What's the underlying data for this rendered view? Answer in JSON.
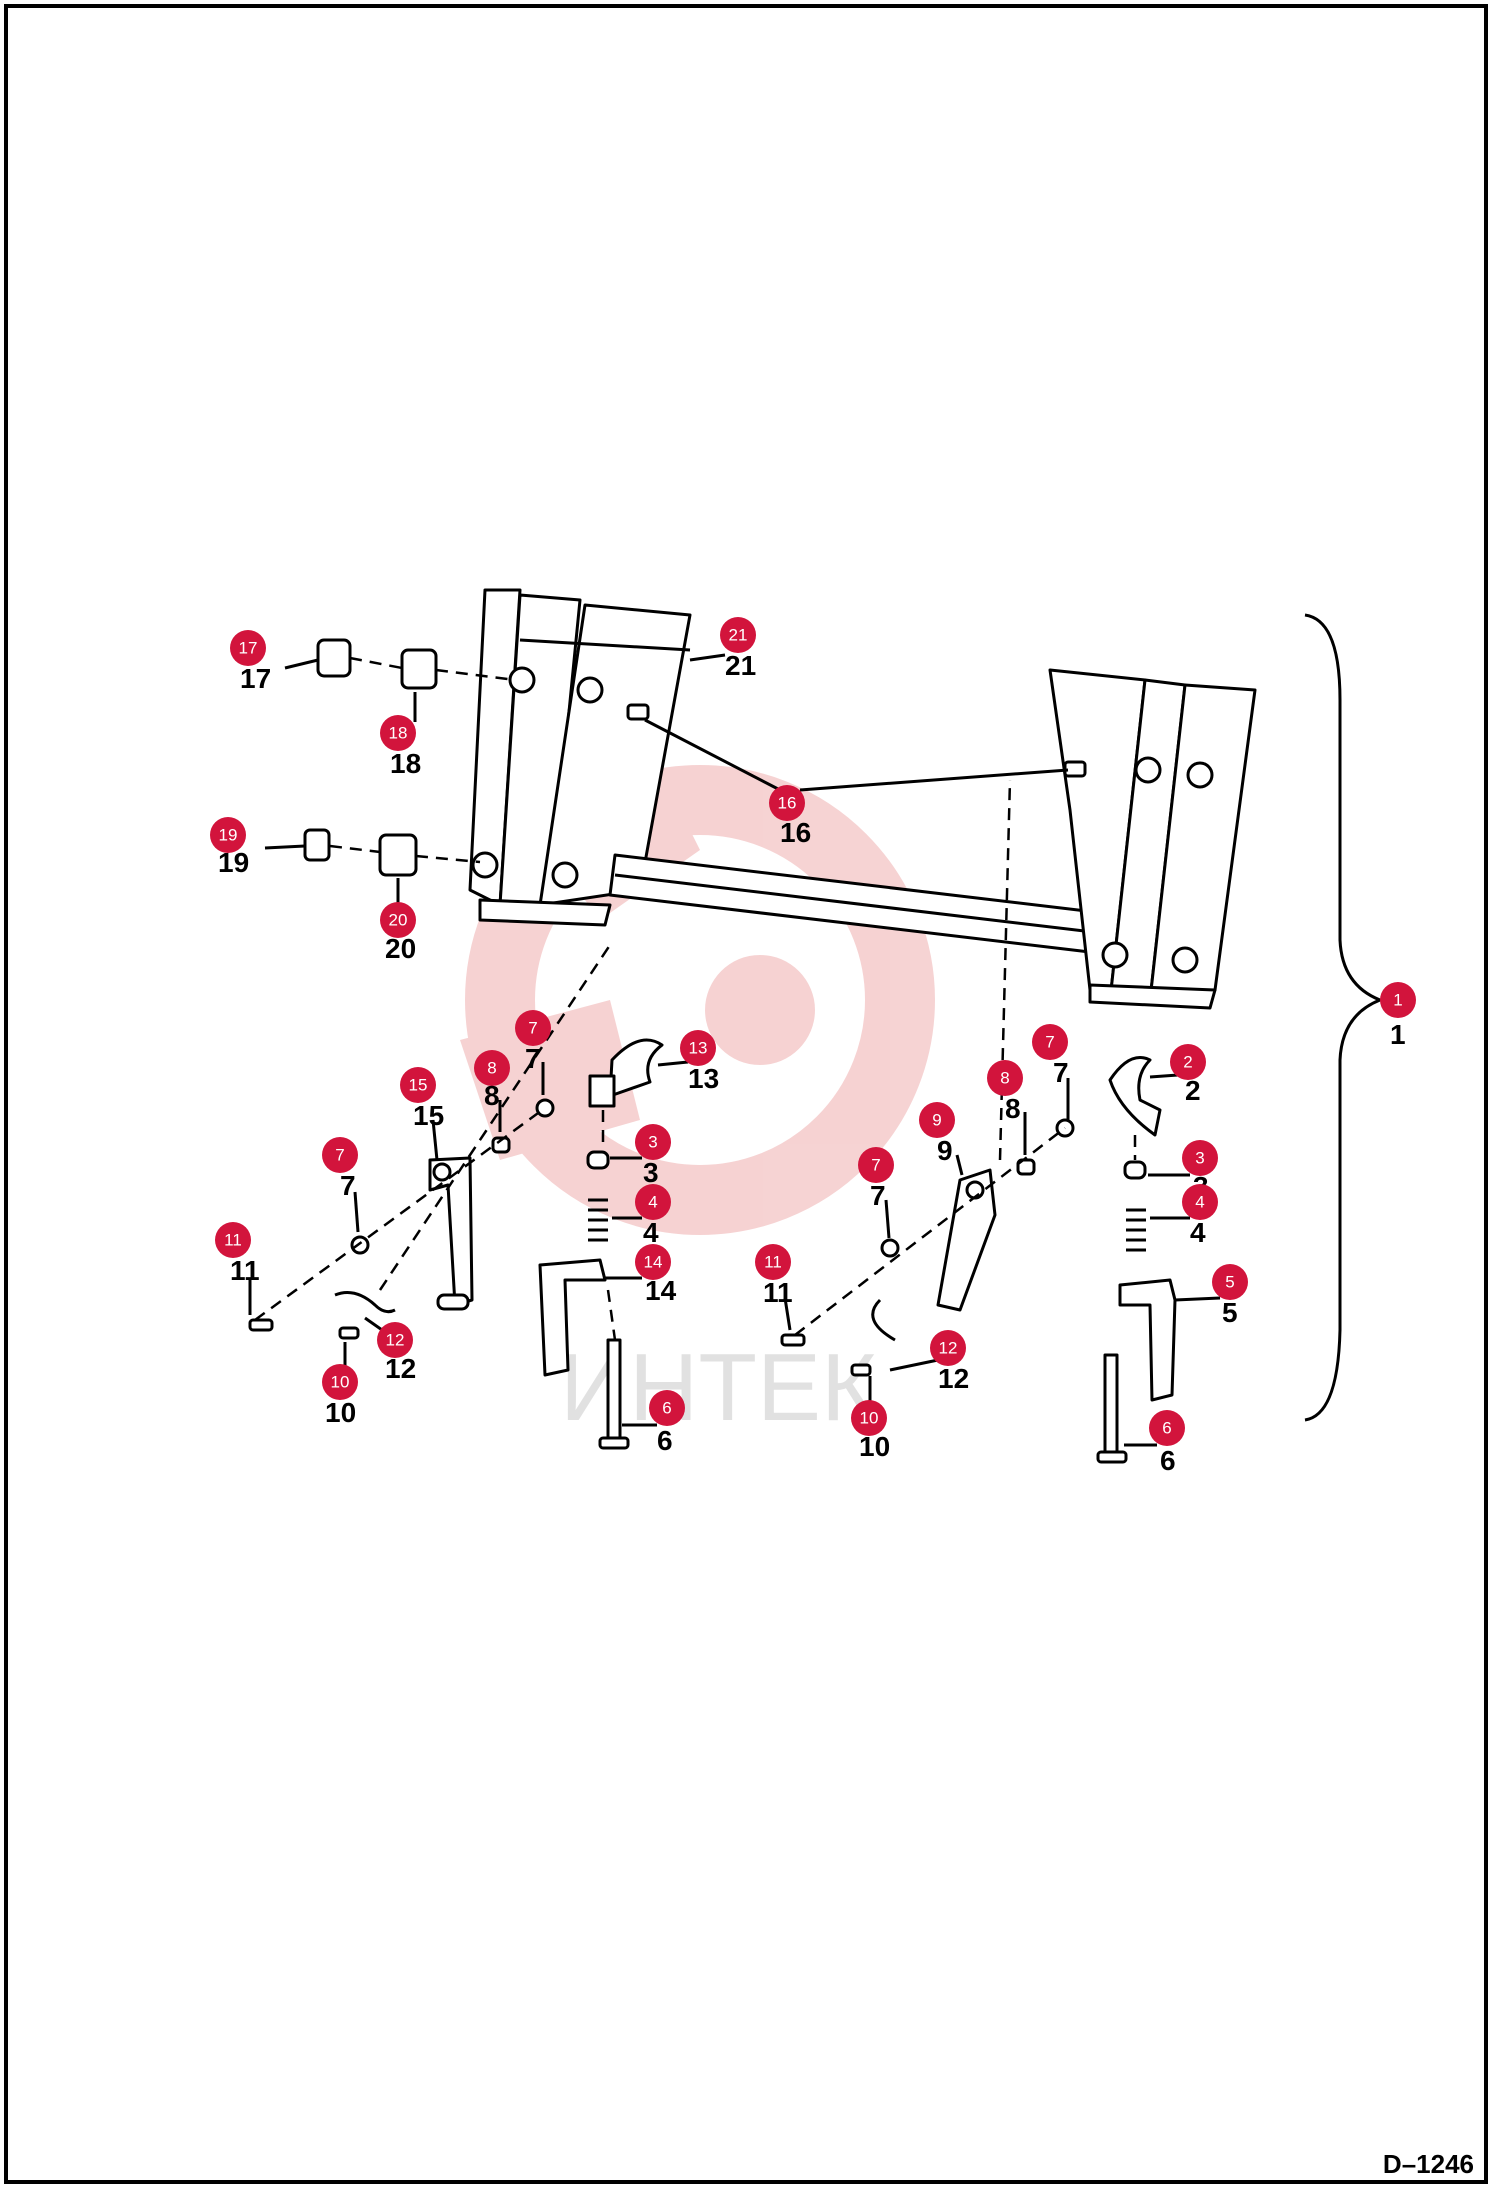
{
  "document_id": "D–1246",
  "watermark_text": "ИНТЕК",
  "colors": {
    "marker": "#d2143c",
    "line": "#000000",
    "watermark": "#f3c4c4"
  },
  "callouts": [
    {
      "marker": "1",
      "label": "1"
    },
    {
      "marker": "2",
      "label": "2"
    },
    {
      "marker": "3",
      "label": "3"
    },
    {
      "marker": "3",
      "label": "3"
    },
    {
      "marker": "4",
      "label": "4"
    },
    {
      "marker": "4",
      "label": "4"
    },
    {
      "marker": "5",
      "label": "5"
    },
    {
      "marker": "6",
      "label": "6"
    },
    {
      "marker": "6",
      "label": "6"
    },
    {
      "marker": "7",
      "label": "7"
    },
    {
      "marker": "7",
      "label": "7"
    },
    {
      "marker": "7",
      "label": "7"
    },
    {
      "marker": "7",
      "label": "7"
    },
    {
      "marker": "8",
      "label": "8"
    },
    {
      "marker": "8",
      "label": "8"
    },
    {
      "marker": "9",
      "label": "9"
    },
    {
      "marker": "10",
      "label": "10"
    },
    {
      "marker": "10",
      "label": "10"
    },
    {
      "marker": "11",
      "label": "11"
    },
    {
      "marker": "11",
      "label": "11"
    },
    {
      "marker": "12",
      "label": "12"
    },
    {
      "marker": "12",
      "label": "12"
    },
    {
      "marker": "13",
      "label": "13"
    },
    {
      "marker": "14",
      "label": "14"
    },
    {
      "marker": "15",
      "label": "15"
    },
    {
      "marker": "16",
      "label": "16"
    },
    {
      "marker": "17",
      "label": "17"
    },
    {
      "marker": "18",
      "label": "18"
    },
    {
      "marker": "19",
      "label": "19"
    },
    {
      "marker": "20",
      "label": "20"
    },
    {
      "marker": "21",
      "label": "21"
    }
  ]
}
